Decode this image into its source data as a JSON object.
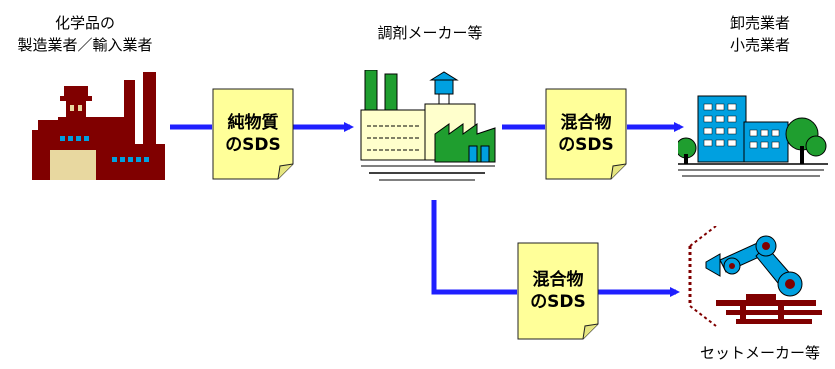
{
  "nodes": {
    "manufacturer": "化学品の\n製造業者／輸入業者",
    "formulator": "調剤メーカー等",
    "distributor": "卸売業者\n小売業者",
    "set_maker": "セットメーカー等"
  },
  "documents": {
    "pure_sds": "純物質\nのSDS",
    "mixture_sds_1": "混合物\nのSDS",
    "mixture_sds_2": "混合物\nのSDS"
  },
  "colors": {
    "arrow": "#1f1fff",
    "note_fill": "#ffff99",
    "factory_red": "#800000",
    "factory_green": "#1f9e2f"
  },
  "icons": {
    "manufacturer": "red-factory-icon",
    "formulator": "green-factory-icon",
    "distributor": "office-building-icon",
    "set_maker": "robot-arm-icon"
  }
}
